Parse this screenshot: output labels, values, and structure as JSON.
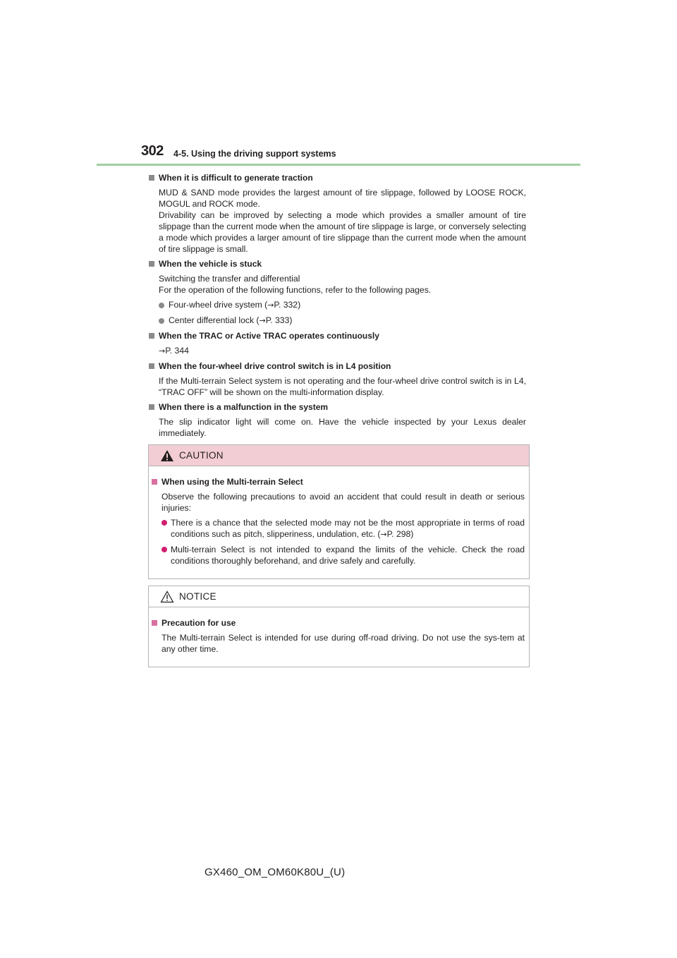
{
  "header": {
    "page_number": "302",
    "chapter": "4-5. Using the driving support systems"
  },
  "sections": [
    {
      "heading": "When it is difficult to generate traction",
      "paragraphs": [
        "MUD & SAND mode provides the largest amount of tire slippage, followed by LOOSE ROCK, MOGUL and ROCK mode.",
        "Drivability can be improved by selecting a mode which provides a smaller amount of tire slippage than the current mode when the amount of tire slippage is large, or conversely selecting a mode which provides a larger amount of tire slippage than the current mode when the amount of tire slippage is small."
      ]
    },
    {
      "heading": "When the vehicle is stuck",
      "paragraphs": [
        "Switching the transfer and differential",
        "For the operation of the following functions, refer to the following pages."
      ],
      "bullets": [
        {
          "text": "Four-wheel drive system (",
          "ref": "P. 332",
          "close": ")"
        },
        {
          "text": "Center differential lock (",
          "ref": "P. 333",
          "close": ")"
        }
      ]
    },
    {
      "heading": "When the TRAC or Active TRAC operates continuously",
      "ref": "P. 344"
    },
    {
      "heading": "When the four-wheel drive control switch is in L4 position",
      "paragraphs": [
        "If the Multi-terrain Select system is not operating and the four-wheel drive control switch is in L4, “TRAC OFF” will be shown on the multi-information display."
      ]
    },
    {
      "heading": "When there is a malfunction in the system",
      "paragraphs": [
        "The slip indicator light will come on. Have the vehicle inspected by your Lexus dealer immediately."
      ]
    }
  ],
  "caution": {
    "title": "CAUTION",
    "heading": "When using the Multi-terrain Select",
    "text": "Observe the following precautions to avoid an accident that could result in death or serious injuries:",
    "bullets": [
      {
        "text": "There is a chance that the selected mode may not be the most appropriate in terms of road conditions such as pitch, slipperiness, undulation, etc. (",
        "ref": "P. 298",
        "close": ")"
      },
      {
        "text": "Multi-terrain Select is not intended to expand the limits of the vehicle. Check the road conditions thoroughly beforehand, and drive safely and carefully."
      }
    ]
  },
  "notice": {
    "title": "NOTICE",
    "heading": "Precaution for use",
    "text": "The Multi-terrain Select is intended for use during off-road driving. Do not use the sys-tem at any other time."
  },
  "footer": "GX460_OM_OM60K80U_(U)",
  "colors": {
    "header_rule": "#9fcf9f",
    "caution_header_bg": "#f2cdd3",
    "pink_bullet": "#d21f70"
  }
}
